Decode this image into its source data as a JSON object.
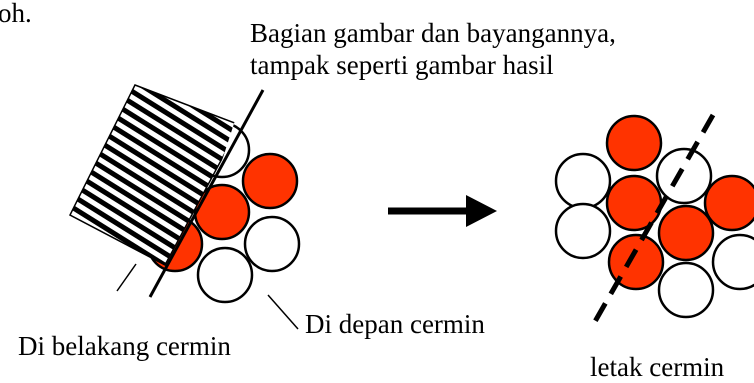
{
  "texts": {
    "top_fragment": "oh.",
    "caption_line1": "Bagian gambar dan bayangannya,",
    "caption_line2": "tampak seperti gambar hasil",
    "label_behind": "Di belakang cermin",
    "label_front": "Di depan cermin",
    "label_mirror_position": "letak cermin"
  },
  "colors": {
    "filled_circle": "#ff3300",
    "empty_circle": "#ffffff",
    "stroke": "#000000",
    "hatch": "#000000"
  }
}
